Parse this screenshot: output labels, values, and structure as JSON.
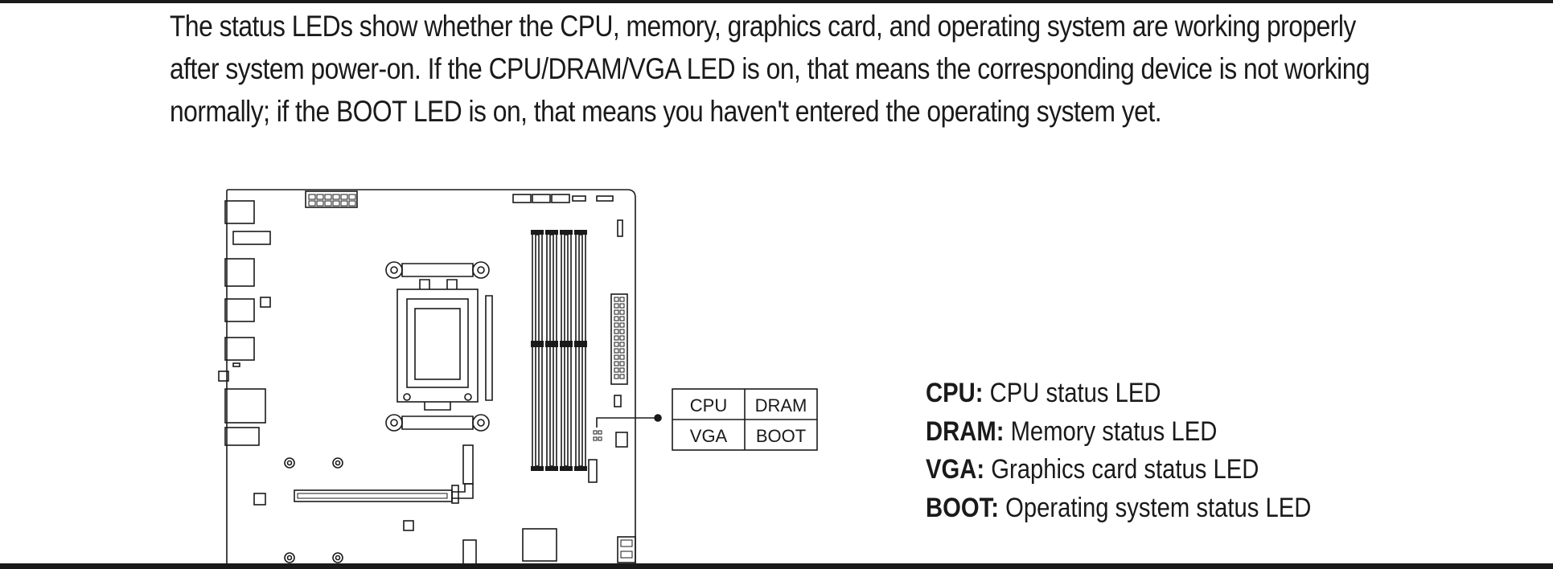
{
  "intro": {
    "line1": "The status LEDs show whether the CPU, memory, graphics card, and operating system are working properly",
    "line2": "after system power-on. If the CPU/DRAM/VGA LED is on, that means the corresponding device is not working",
    "line3": "normally; if the BOOT LED is on, that means you haven't entered the operating system yet."
  },
  "led_grid": {
    "cpu": "CPU",
    "dram": "DRAM",
    "vga": "VGA",
    "boot": "BOOT"
  },
  "legend": [
    {
      "term": "CPU:",
      "desc": " CPU status LED"
    },
    {
      "term": "DRAM:",
      "desc": " Memory status LED"
    },
    {
      "term": "VGA:",
      "desc": " Graphics card status LED"
    },
    {
      "term": "BOOT:",
      "desc": " Operating system status LED"
    }
  ]
}
